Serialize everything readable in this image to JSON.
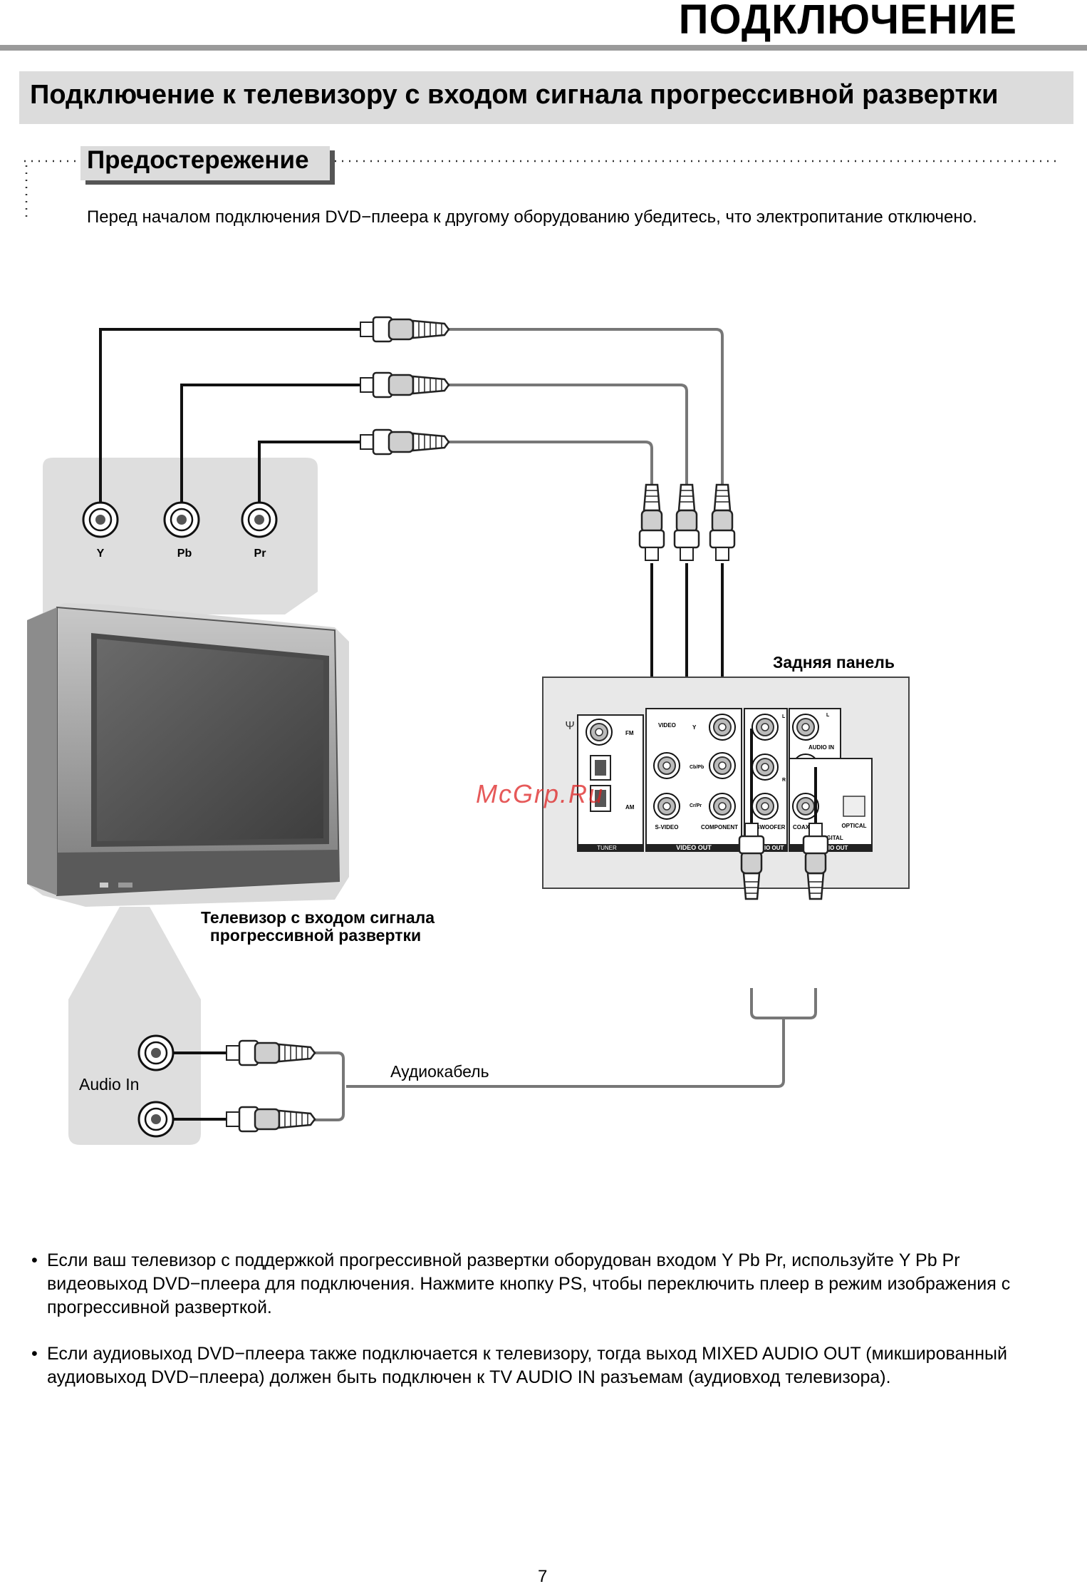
{
  "header": {
    "page_title": "ПОДКЛЮЧЕНИЕ",
    "section_title": "Подключение к телевизору с входом сигнала прогрессивной развертки"
  },
  "caution": {
    "label": "Предостережение",
    "text": "Перед началом подключения DVD−плеера к другому оборудованию убедитесь, что электропитание отключено."
  },
  "diagram": {
    "tv_jacks": [
      "Y",
      "Pb",
      "Pr"
    ],
    "tv_caption_line1": "Телевизор с входом сигнала",
    "tv_caption_line2": "прогрессивной развертки",
    "rear_panel_label": "Задняя панель",
    "audio_in_label": "Audio In",
    "audio_cable_label": "Аудиокабель",
    "watermark": "McGrp.Ru",
    "panel": {
      "tuner": "TUNER",
      "fm": "FM",
      "am": "AM",
      "video": "VIDEO",
      "svideo": "S-VIDEO",
      "y": "Y",
      "cbpb": "Cb/Pb",
      "crpr": "Cr/Pr",
      "component": "COMPONENT",
      "video_out": "VIDEO OUT",
      "l": "L",
      "r": "R",
      "subwoofer": "SUBWOOFER",
      "audio_out": "AUDIO OUT",
      "audio_in": "AUDIO IN",
      "coaxial": "COAXIAL",
      "optical": "OPTICAL",
      "digital": "DIGITAL",
      "digital_audio_out": "AUDIO OUT"
    }
  },
  "bullets": [
    "Если ваш телевизор с поддержкой прогрессивной развертки оборудован входом Y Pb Pr, используйте Y Pb Pr видеовыход DVD−плеера для подключения. Нажмите кнопку PS, чтобы переключить плеер в режим изображения с прогрессивной разверткой.",
    "Если аудиовыход DVD−плеера также подключается к телевизору, тогда выход MIXED AUDIO OUT (микшированный аудиовыход DVD−плеера) должен быть подключен к TV AUDIO IN разъемам (аудиовход телевизора)."
  ],
  "page_number": "7"
}
